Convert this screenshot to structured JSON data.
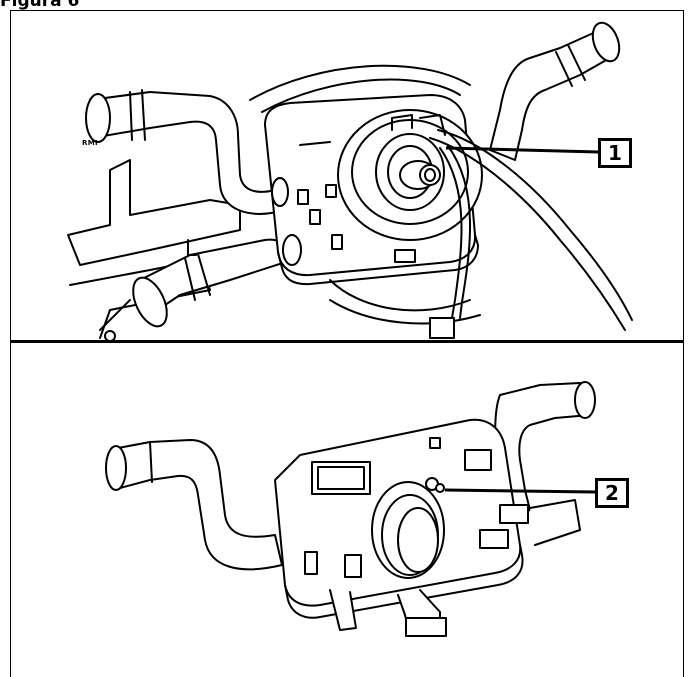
{
  "figure": {
    "title": "Figura 6"
  },
  "labels": {
    "rmi": "RMI"
  },
  "callouts": [
    {
      "label": "1"
    },
    {
      "label": "2"
    }
  ]
}
